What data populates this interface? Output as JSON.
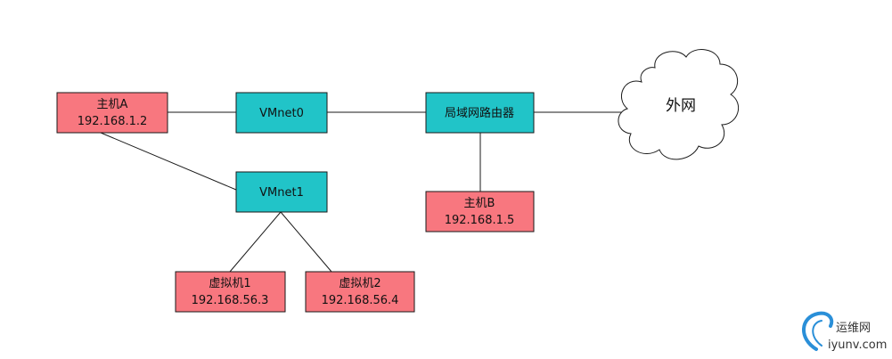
{
  "colors": {
    "host": "#f8777f",
    "switch": "#21c4c8",
    "stroke": "#1a1a1a",
    "watermark_blue": "#2a8fd8"
  },
  "nodes": {
    "host_a": {
      "line1": "主机A",
      "line2": "192.168.1.2"
    },
    "vmnet0": {
      "line1": "VMnet0"
    },
    "vmnet1": {
      "line1": "VMnet1"
    },
    "router": {
      "line1": "局域网路由器"
    },
    "host_b": {
      "line1": "主机B",
      "line2": "192.168.1.5"
    },
    "vm1": {
      "line1": "虚拟机1",
      "line2": "192.168.56.3"
    },
    "vm2": {
      "line1": "虚拟机2",
      "line2": "192.168.56.4"
    },
    "internet": {
      "line1": "外网"
    }
  },
  "watermark": {
    "cn": "运维网",
    "en": "iyunv.com",
    "icon": "swirl-logo-icon"
  }
}
